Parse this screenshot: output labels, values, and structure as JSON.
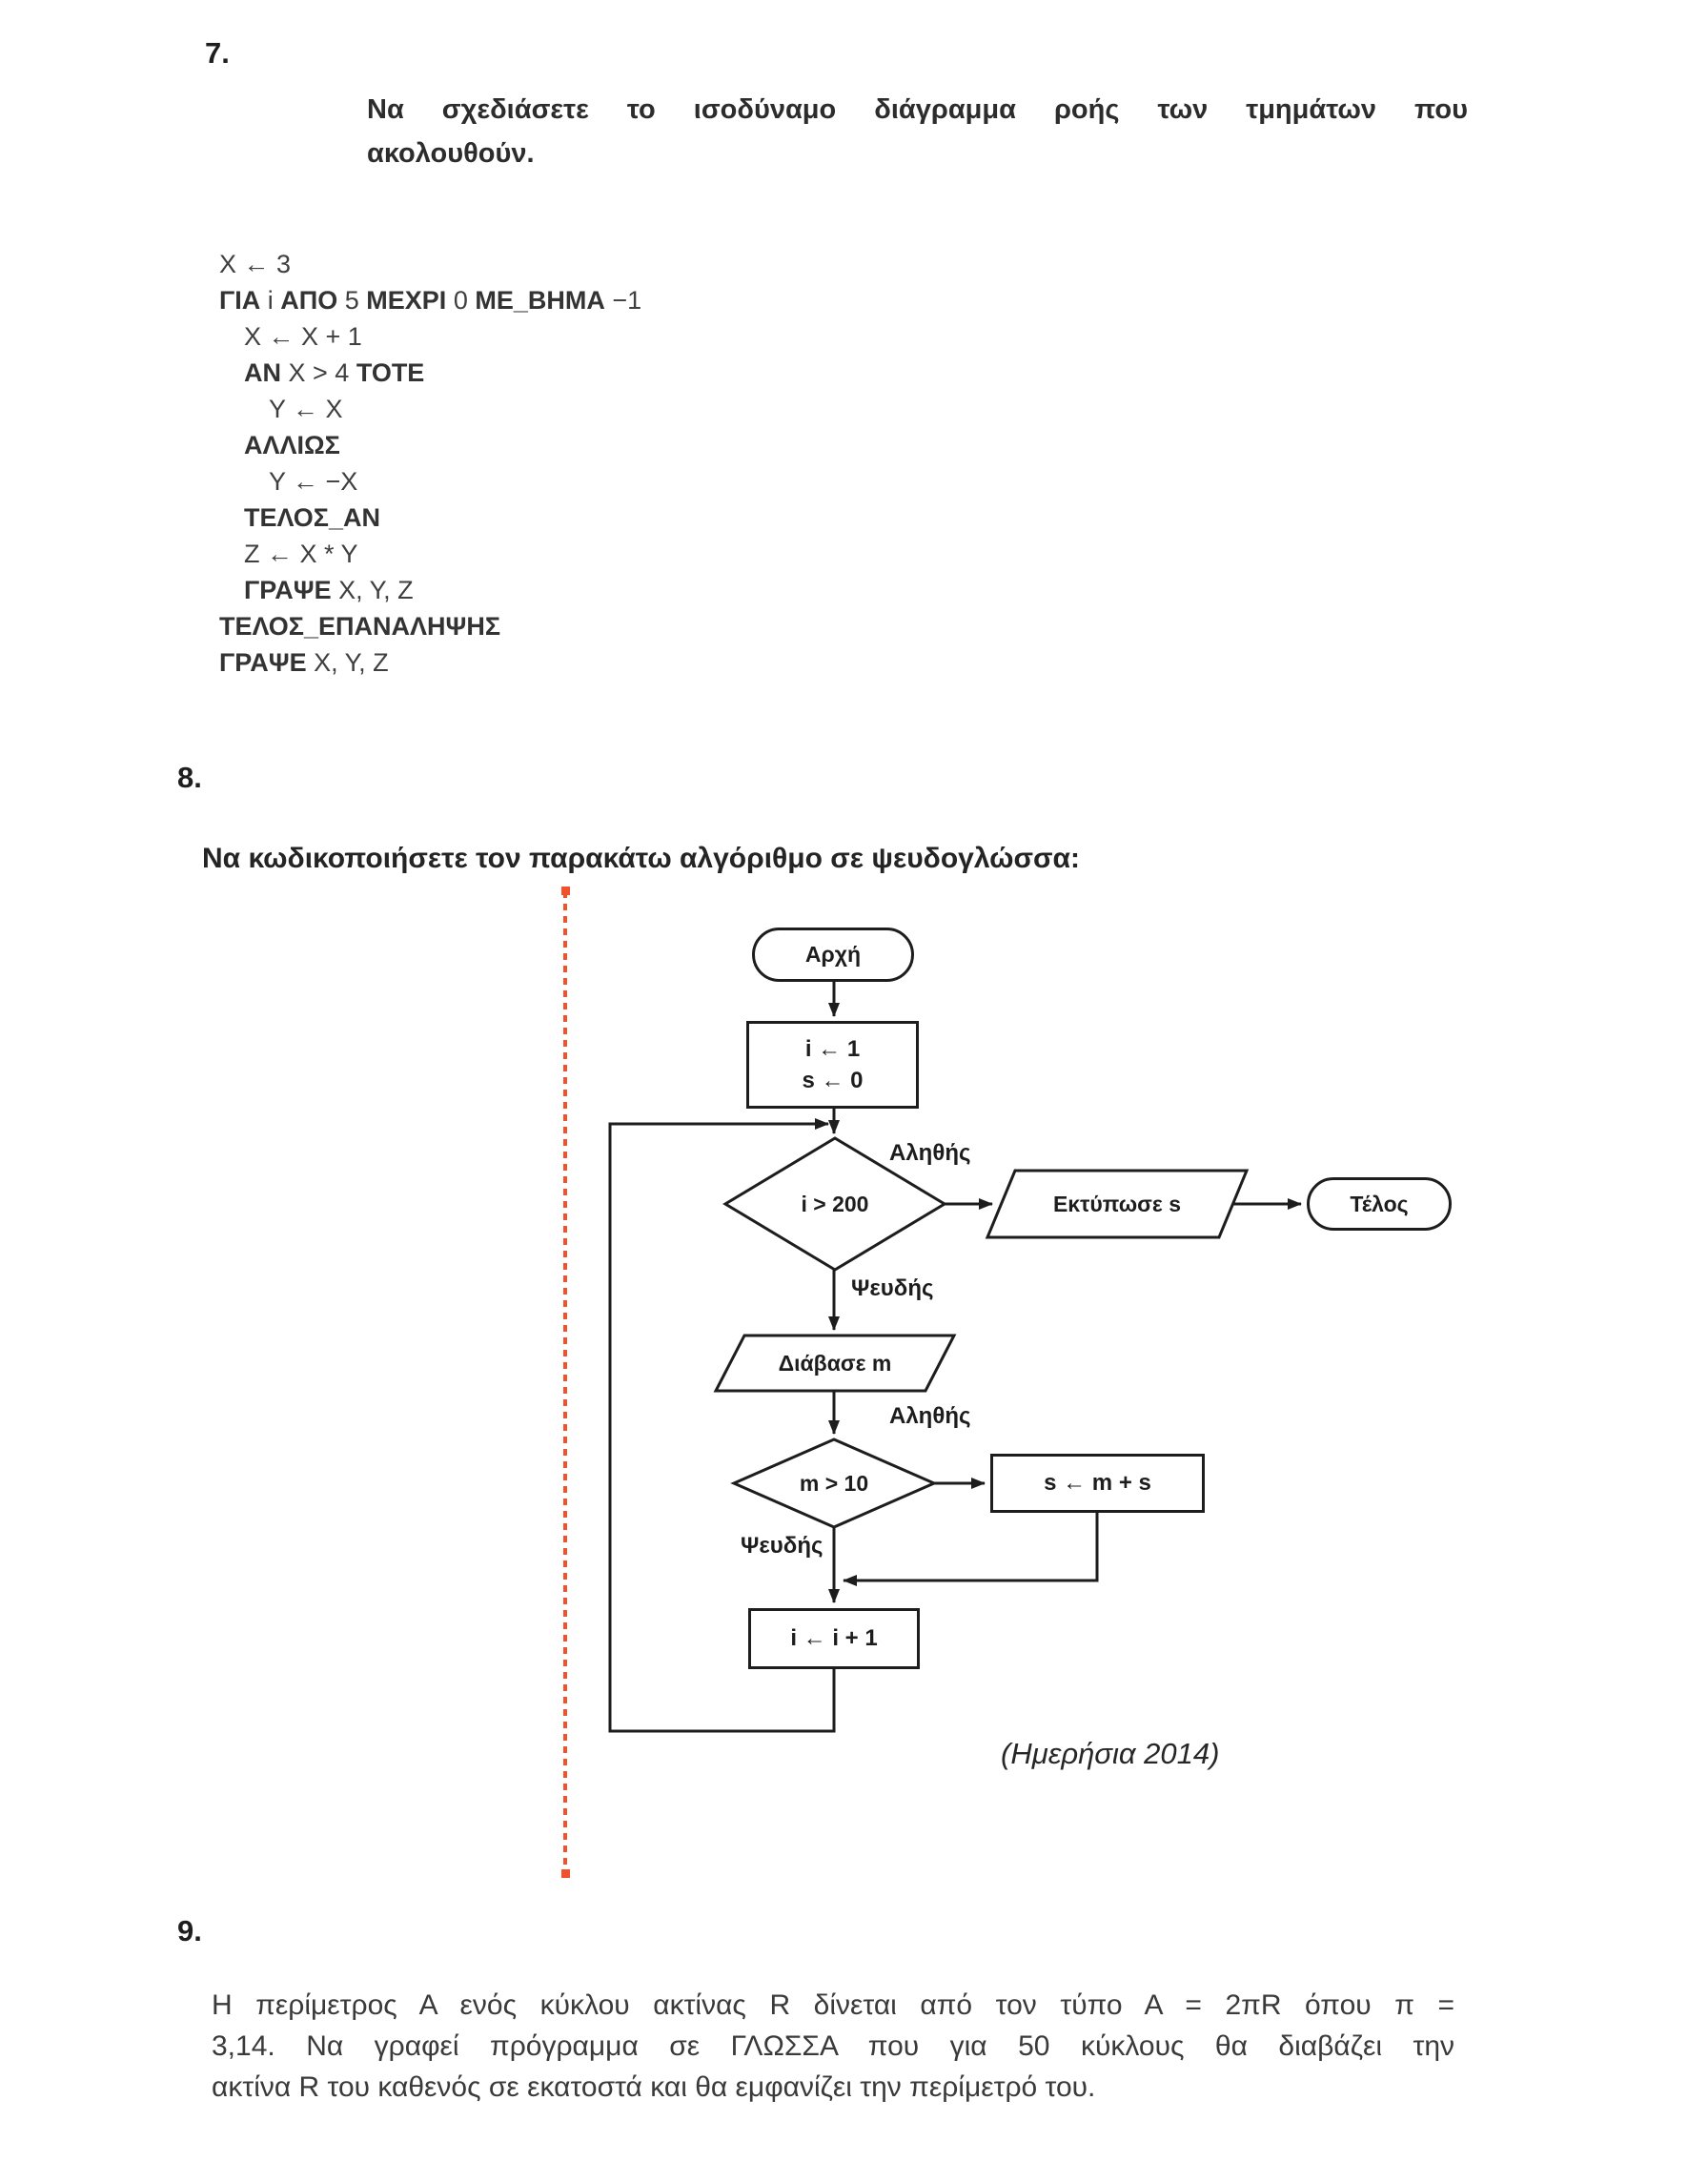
{
  "q7": {
    "number": "7.",
    "prompt_lines": [
      "Να σχεδιάσετε το ισοδύναμο διάγραμμα ροής των τμημάτων που",
      "ακολουθούν."
    ],
    "code_lines": [
      {
        "indent": 0,
        "segments": [
          {
            "t": "X ← 3",
            "b": false
          }
        ]
      },
      {
        "indent": 0,
        "segments": [
          {
            "t": "ΓΙΑ",
            "b": true
          },
          {
            "t": " i ",
            "b": false
          },
          {
            "t": "ΑΠΟ",
            "b": true
          },
          {
            "t": " 5 ",
            "b": false
          },
          {
            "t": "ΜΕΧΡΙ",
            "b": true
          },
          {
            "t": " 0 ",
            "b": false
          },
          {
            "t": "ΜΕ_ΒΗΜΑ",
            "b": true
          },
          {
            "t": " −1",
            "b": false
          }
        ]
      },
      {
        "indent": 1,
        "segments": [
          {
            "t": "X ← X + 1",
            "b": false
          }
        ]
      },
      {
        "indent": 1,
        "segments": [
          {
            "t": "ΑΝ",
            "b": true
          },
          {
            "t": " X > 4 ",
            "b": false
          },
          {
            "t": "ΤΟΤΕ",
            "b": true
          }
        ]
      },
      {
        "indent": 2,
        "segments": [
          {
            "t": "Y ← X",
            "b": false
          }
        ]
      },
      {
        "indent": 1,
        "segments": [
          {
            "t": "ΑΛΛΙΩΣ",
            "b": true
          }
        ]
      },
      {
        "indent": 2,
        "segments": [
          {
            "t": "Y ← −X",
            "b": false
          }
        ]
      },
      {
        "indent": 1,
        "segments": [
          {
            "t": "ΤΕΛΟΣ_ΑΝ",
            "b": true
          }
        ]
      },
      {
        "indent": 1,
        "segments": [
          {
            "t": "Z ← X * Y",
            "b": false
          }
        ]
      },
      {
        "indent": 1,
        "segments": [
          {
            "t": "ΓΡΑΨΕ",
            "b": true
          },
          {
            "t": " X, Y, Z",
            "b": false
          }
        ]
      },
      {
        "indent": 0,
        "segments": [
          {
            "t": "ΤΕΛΟΣ_ΕΠΑΝΑΛΗΨΗΣ",
            "b": true
          }
        ]
      },
      {
        "indent": 0,
        "segments": [
          {
            "t": "ΓΡΑΨΕ",
            "b": true
          },
          {
            "t": " X, Y, Z",
            "b": false
          }
        ]
      }
    ]
  },
  "q8": {
    "number": "8.",
    "prompt": "Να κωδικοποιήσετε τον παρακάτω αλγόριθμο σε ψευδογλώσσα:",
    "accent_color": "#f1512b",
    "flowchart": {
      "start_label": "Αρχή",
      "init_line1": "i ← 1",
      "init_line2": "s ← 0",
      "cond1_label": "i > 200",
      "cond1_true": "Αληθής",
      "cond1_false": "Ψευδής",
      "print_label": "Εκτύπωσε s",
      "end_label": "Τέλος",
      "read_label": "Διάβασε m",
      "cond2_label": "m > 10",
      "cond2_true": "Αληθής",
      "cond2_false": "Ψευδής",
      "accum_label": "s ← m + s",
      "incr_label": "i ← i + 1",
      "source_note": "(Ημερήσια 2014)"
    }
  },
  "q9": {
    "number": "9.",
    "body_lines": [
      "Η περίμετρος Α ενός κύκλου ακτίνας R δίνεται από τον τύπο Α = 2πR όπου π =",
      "3,14. Να γραφεί πρόγραμμα σε ΓΛΩΣΣΑ που για 50 κύκλους θα διαβάζει την",
      "ακτίνα R του καθενός σε εκατοστά και θα εμφανίζει την περίμετρό του."
    ]
  }
}
